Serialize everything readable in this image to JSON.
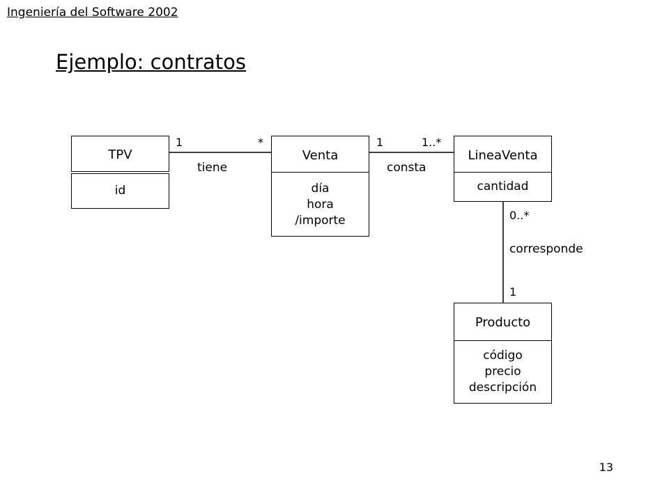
{
  "header": {
    "course": "Ingeniería del Software 2002"
  },
  "slide": {
    "title": "Ejemplo: contratos",
    "page_number": "13"
  },
  "classes": {
    "tpv": {
      "name": "TPV",
      "attributes": [
        "id"
      ]
    },
    "venta": {
      "name": "Venta",
      "attributes": [
        "día",
        "hora",
        "/importe"
      ]
    },
    "linea_venta": {
      "name": "LineaVenta",
      "attributes": [
        "cantidad"
      ]
    },
    "producto": {
      "name": "Producto",
      "attributes": [
        "código",
        "precio",
        "descripción"
      ]
    }
  },
  "associations": {
    "tiene": {
      "name": "tiene",
      "mult_tpv": "1",
      "mult_venta": "*"
    },
    "consta": {
      "name": "consta",
      "mult_venta": "1",
      "mult_linea": "1..*"
    },
    "corresponde": {
      "name": "corresponde",
      "mult_linea": "0..*",
      "mult_producto": "1"
    }
  },
  "colors": {
    "line": "#000000",
    "background": "#ffffff"
  }
}
